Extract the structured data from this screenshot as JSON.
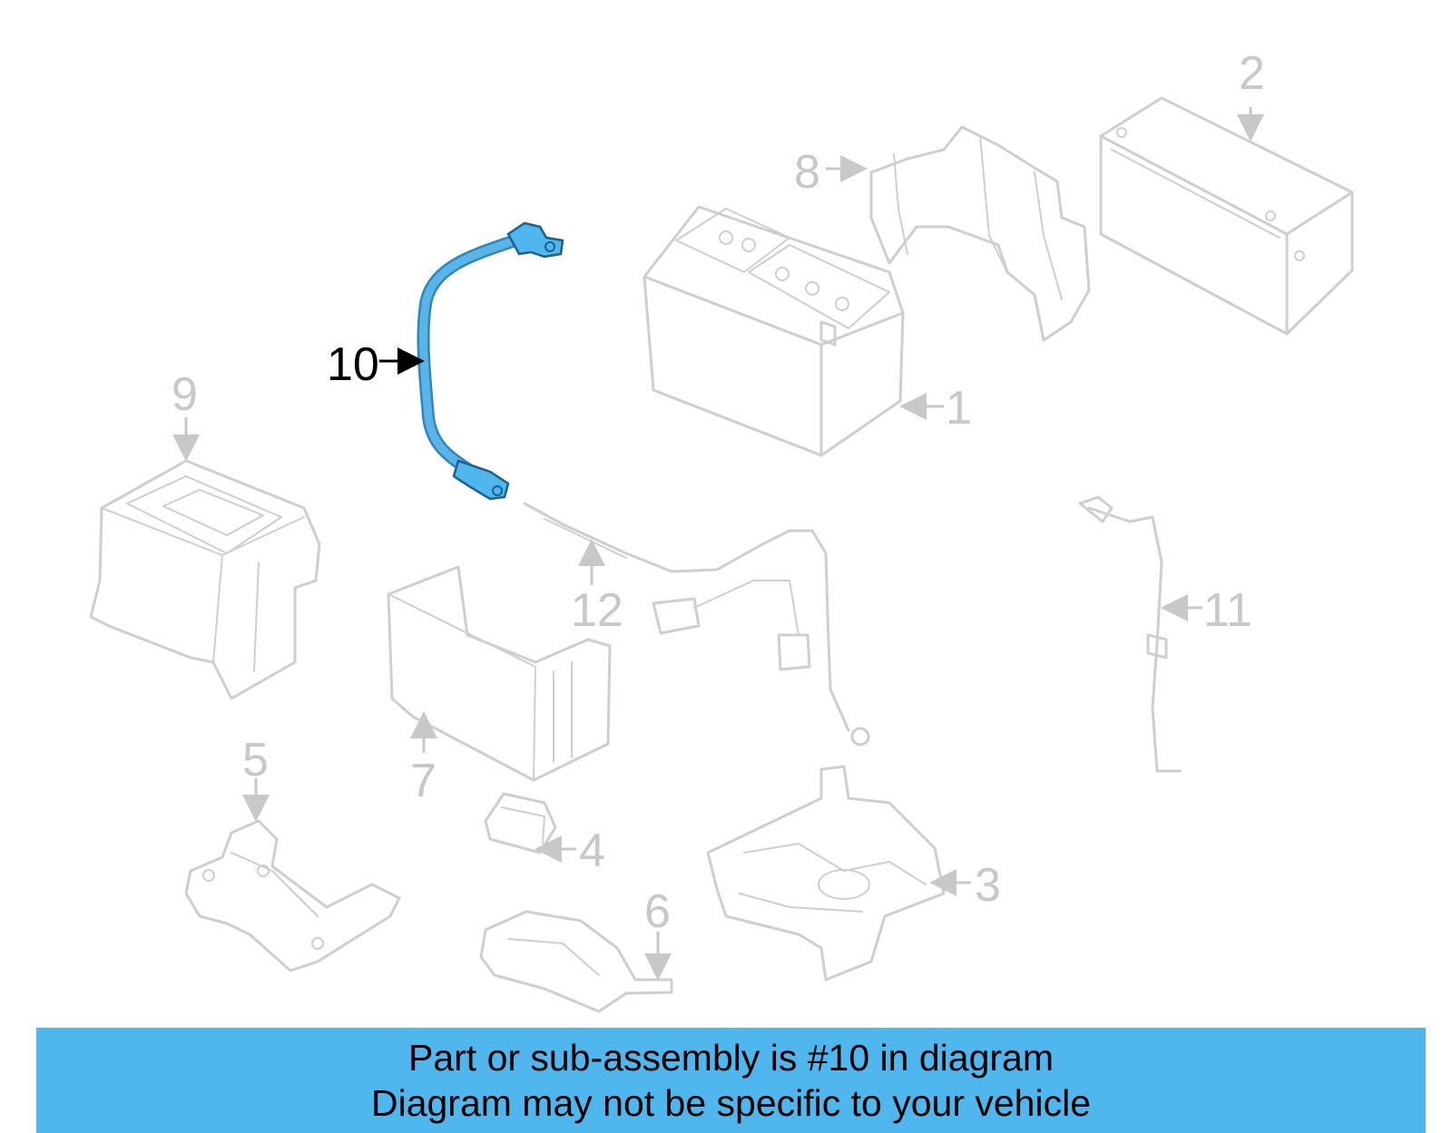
{
  "callouts": {
    "c1": "1",
    "c2": "2",
    "c3": "3",
    "c4": "4",
    "c5": "5",
    "c6": "6",
    "c7": "7",
    "c8": "8",
    "c9": "9",
    "c10": "10",
    "c11": "11",
    "c12": "12"
  },
  "highlighted_part": "10",
  "colors": {
    "highlight": "#4fb6ee",
    "banner": "#4fb6ee",
    "parts": "#cfcfcf"
  },
  "banner": {
    "line1": "Part or sub-assembly is #10 in diagram",
    "line2": "Diagram may not be specific to your vehicle"
  }
}
